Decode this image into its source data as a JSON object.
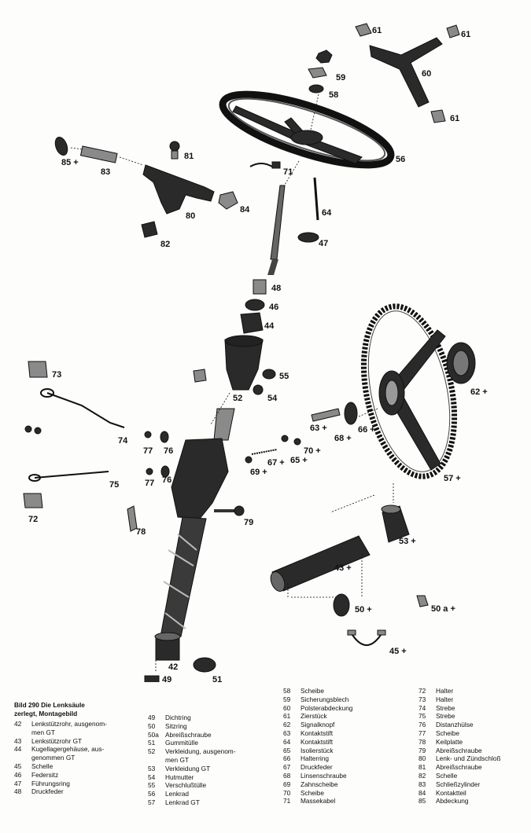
{
  "diagram": {
    "callouts": [
      {
        "id": "c61a",
        "label": "61"
      },
      {
        "id": "c61b",
        "label": "61"
      },
      {
        "id": "c61c",
        "label": "61"
      },
      {
        "id": "c60",
        "label": "60"
      },
      {
        "id": "c59",
        "label": "59"
      },
      {
        "id": "c58",
        "label": "58"
      },
      {
        "id": "c56",
        "label": "56"
      },
      {
        "id": "c85",
        "label": "85 +"
      },
      {
        "id": "c83",
        "label": "83"
      },
      {
        "id": "c81",
        "label": "81"
      },
      {
        "id": "c71",
        "label": "71"
      },
      {
        "id": "c64",
        "label": "64"
      },
      {
        "id": "c80",
        "label": "80"
      },
      {
        "id": "c84",
        "label": "84"
      },
      {
        "id": "c47",
        "label": "47"
      },
      {
        "id": "c82",
        "label": "82"
      },
      {
        "id": "c48",
        "label": "48"
      },
      {
        "id": "c46",
        "label": "46"
      },
      {
        "id": "c44",
        "label": "44"
      },
      {
        "id": "c55",
        "label": "55"
      },
      {
        "id": "c73",
        "label": "73"
      },
      {
        "id": "c52",
        "label": "52"
      },
      {
        "id": "c54",
        "label": "54"
      },
      {
        "id": "c62",
        "label": "62 +"
      },
      {
        "id": "c63",
        "label": "63 +"
      },
      {
        "id": "c66",
        "label": "66 +"
      },
      {
        "id": "c74",
        "label": "74"
      },
      {
        "id": "c77a",
        "label": "77"
      },
      {
        "id": "c76a",
        "label": "76"
      },
      {
        "id": "c68",
        "label": "68 +"
      },
      {
        "id": "c70",
        "label": "70 +"
      },
      {
        "id": "c67",
        "label": "67 +"
      },
      {
        "id": "c65",
        "label": "65 +"
      },
      {
        "id": "c69",
        "label": "69 +"
      },
      {
        "id": "c75",
        "label": "75"
      },
      {
        "id": "c77b",
        "label": "77"
      },
      {
        "id": "c76b",
        "label": "76"
      },
      {
        "id": "c57",
        "label": "57 +"
      },
      {
        "id": "c72",
        "label": "72"
      },
      {
        "id": "c79",
        "label": "79"
      },
      {
        "id": "c78",
        "label": "78"
      },
      {
        "id": "c53",
        "label": "53 +"
      },
      {
        "id": "c43",
        "label": "43 +"
      },
      {
        "id": "c50",
        "label": "50 +"
      },
      {
        "id": "c50a",
        "label": "50 a  +"
      },
      {
        "id": "c45",
        "label": "45 +"
      },
      {
        "id": "c42",
        "label": "42"
      },
      {
        "id": "c51",
        "label": "51"
      },
      {
        "id": "c49",
        "label": "49"
      }
    ]
  },
  "legend": {
    "caption_lines": [
      "Bild 290   Die Lenksäule",
      "zerlegt, Montagebild"
    ],
    "columns": [
      [
        {
          "num": "42",
          "text": "Lenkstützrohr, ausgenom-",
          "cont": "men GT"
        },
        {
          "num": "43",
          "text": "Lenkstützrohr GT"
        },
        {
          "num": "44",
          "text": "Kugellagergehäuse, aus-",
          "cont": "genommen GT"
        },
        {
          "num": "45",
          "text": "Schelle"
        },
        {
          "num": "46",
          "text": "Federsitz"
        },
        {
          "num": "47",
          "text": "Führungsring"
        },
        {
          "num": "48",
          "text": "Druckfeder"
        }
      ],
      [
        {
          "num": "49",
          "text": "Dichtring"
        },
        {
          "num": "50",
          "text": "Sitzring"
        },
        {
          "num": "50a",
          "text": "Abreißschraube"
        },
        {
          "num": "51",
          "text": "Gummitülle"
        },
        {
          "num": "52",
          "text": "Verkleidung, ausgenom-",
          "cont": "men GT"
        },
        {
          "num": "53",
          "text": "Verkleidung GT"
        },
        {
          "num": "54",
          "text": "Hutmutter"
        },
        {
          "num": "55",
          "text": "Verschlußtülle"
        },
        {
          "num": "56",
          "text": "Lenkrad"
        },
        {
          "num": "57",
          "text": "Lenkrad GT"
        }
      ],
      [
        {
          "num": "58",
          "text": "Scheibe"
        },
        {
          "num": "59",
          "text": "Sicherungsblech"
        },
        {
          "num": "60",
          "text": "Polsterabdeckung"
        },
        {
          "num": "61",
          "text": "Zierstück"
        },
        {
          "num": "62",
          "text": "Signalknopf"
        },
        {
          "num": "63",
          "text": "Kontaktstift"
        },
        {
          "num": "64",
          "text": "Kontaktstift"
        },
        {
          "num": "65",
          "text": "Isolierstück"
        },
        {
          "num": "66",
          "text": "Halterring"
        },
        {
          "num": "67",
          "text": "Druckfeder"
        },
        {
          "num": "68",
          "text": "Linsenschraube"
        },
        {
          "num": "69",
          "text": "Zahnscheibe"
        },
        {
          "num": "70",
          "text": "Scheibe"
        },
        {
          "num": "71",
          "text": "Massekabel"
        }
      ],
      [
        {
          "num": "72",
          "text": "Halter"
        },
        {
          "num": "73",
          "text": "Halter"
        },
        {
          "num": "74",
          "text": "Strebe"
        },
        {
          "num": "75",
          "text": "Strebe"
        },
        {
          "num": "76",
          "text": "Distanzhülse"
        },
        {
          "num": "77",
          "text": "Scheibe"
        },
        {
          "num": "78",
          "text": "Keilplatte"
        },
        {
          "num": "79",
          "text": "Abreißschraube"
        },
        {
          "num": "80",
          "text": "Lenk- und Zündschloß"
        },
        {
          "num": "81",
          "text": "Abreißschraube"
        },
        {
          "num": "82",
          "text": "Schelle"
        },
        {
          "num": "83",
          "text": "Schließzylinder"
        },
        {
          "num": "84",
          "text": "Kontaktteil"
        },
        {
          "num": "85",
          "text": "Abdeckung"
        }
      ]
    ]
  }
}
